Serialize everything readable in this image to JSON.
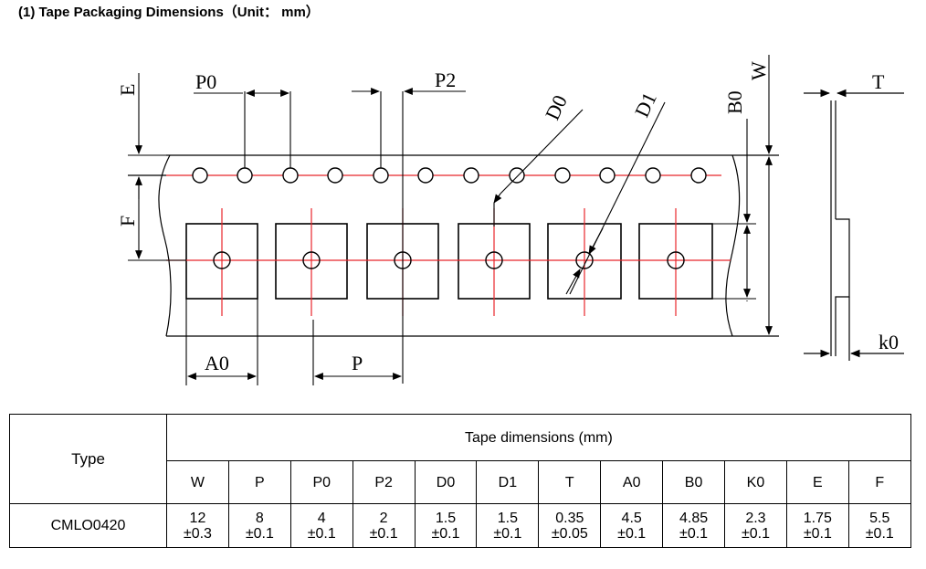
{
  "title": "(1) Tape Packaging Dimensions（Unit： mm）",
  "diagram": {
    "labels": {
      "E": "E",
      "P0": "P0",
      "P2": "P2",
      "D0": "D0",
      "D1": "D1",
      "B0": "B0",
      "W": "W",
      "T": "T",
      "F": "F",
      "A0": "A0",
      "P": "P",
      "k0": "k0"
    },
    "colors": {
      "line": "#000000",
      "centerline": "#e8262b"
    }
  },
  "table": {
    "type_header": "Type",
    "group_header": "Tape dimensions (mm)",
    "columns": [
      "W",
      "P",
      "P0",
      "P2",
      "D0",
      "D1",
      "T",
      "A0",
      "B0",
      "K0",
      "E",
      "F"
    ],
    "rows": [
      {
        "type": "CMLO0420",
        "values": [
          {
            "v": "12",
            "tol": "±0.3"
          },
          {
            "v": "8",
            "tol": "±0.1"
          },
          {
            "v": "4",
            "tol": "±0.1"
          },
          {
            "v": "2",
            "tol": "±0.1"
          },
          {
            "v": "1.5",
            "tol": "±0.1"
          },
          {
            "v": "1.5",
            "tol": "±0.1"
          },
          {
            "v": "0.35",
            "tol": "±0.05"
          },
          {
            "v": "4.5",
            "tol": "±0.1"
          },
          {
            "v": "4.85",
            "tol": "±0.1"
          },
          {
            "v": "2.3",
            "tol": "±0.1"
          },
          {
            "v": "1.75",
            "tol": "±0.1"
          },
          {
            "v": "5.5",
            "tol": "±0.1"
          }
        ]
      }
    ]
  }
}
